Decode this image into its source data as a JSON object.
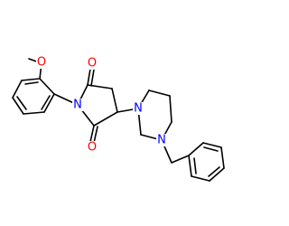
{
  "molecule": {
    "atoms": {
      "o_methoxy": "O",
      "n_imide": "N",
      "o_carbonyl_top": "O",
      "o_carbonyl_bottom": "O",
      "n_piperazine_left": "N",
      "n_piperazine_right": "N"
    }
  },
  "colors": {
    "bond": "#000000",
    "oxygen": "#ff0000",
    "nitrogen": "#0000ff"
  }
}
